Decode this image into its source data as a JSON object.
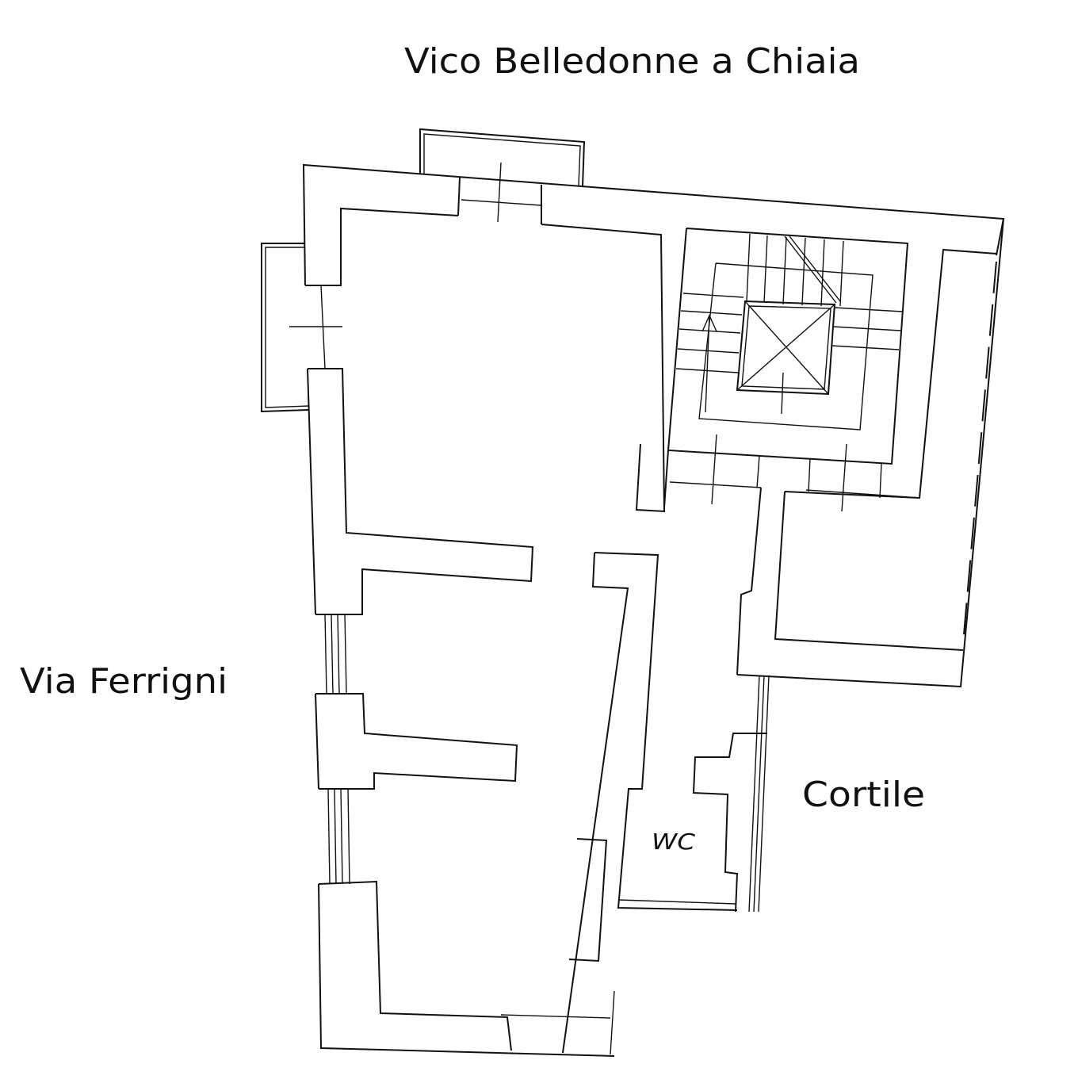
{
  "labels": {
    "street_top": "Vico Belledonne a Chiaia",
    "street_left": "Via Ferrigni",
    "courtyard": "Cortile",
    "wc": "WC"
  },
  "colors": {
    "line": "#111111",
    "background": "#ffffff"
  }
}
